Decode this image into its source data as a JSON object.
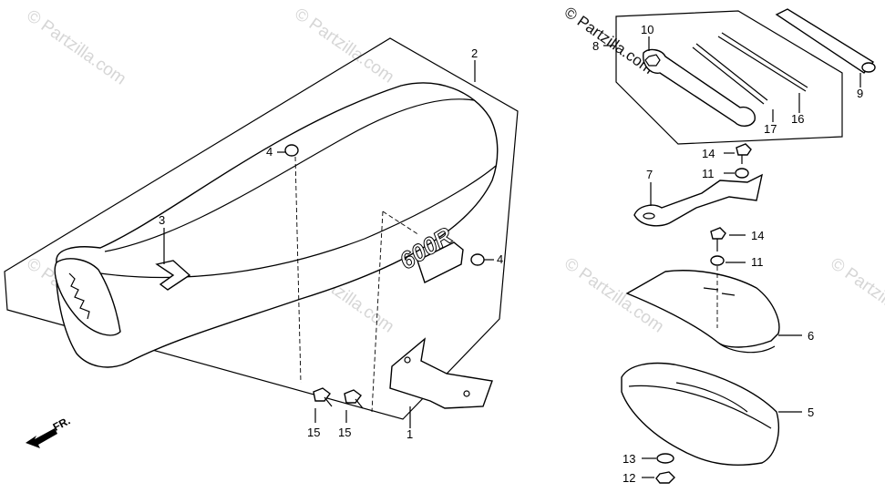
{
  "watermark": {
    "text": "© Partzilla.com"
  },
  "callouts": {
    "c1": "1",
    "c2": "2",
    "c3": "3",
    "c4a": "4",
    "c4b": "4",
    "c5": "5",
    "c6": "6",
    "c7": "7",
    "c8": "8",
    "c9": "9",
    "c10": "10",
    "c11a": "11",
    "c11b": "11",
    "c12": "12",
    "c13": "13",
    "c14a": "14",
    "c14b": "14",
    "c15a": "15",
    "c15b": "15",
    "c16": "16",
    "c17": "17"
  },
  "seat_logo": "600R",
  "direction_label": "FR.",
  "colors": {
    "line": "#000000",
    "watermark": "#d6d6d6",
    "background": "#ffffff"
  }
}
